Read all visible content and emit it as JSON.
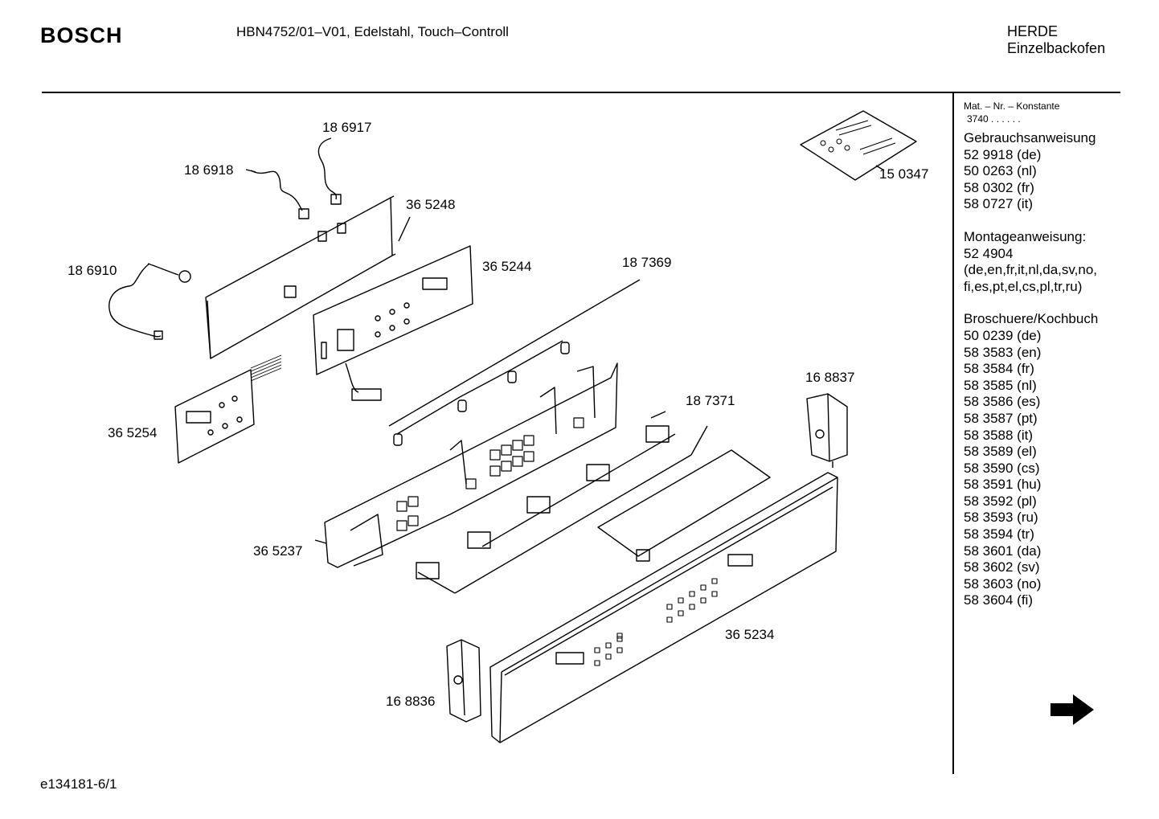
{
  "header": {
    "brand": "BOSCH",
    "model": "HBN4752/01–V01, Edelstahl, Touch–Controll",
    "category_line1": "HERDE",
    "category_line2": "Einzelbackofen"
  },
  "footer": {
    "doc_id": "e134181-6/1"
  },
  "sidebar": {
    "mat_label": "Mat. – Nr. – Konstante",
    "mat_value": "3740  .  .   .  .  .  .",
    "manual_title": "Gebrauchsanweisung",
    "manual_items": [
      "52 9918 (de)",
      "50 0263 (nl)",
      "58 0302 (fr)",
      "58 0727 (it)"
    ],
    "mount_title": "Montageanweisung:",
    "mount_items": [
      "52 4904",
      "(de,en,fr,it,nl,da,sv,no,",
      "fi,es,pt,el,cs,pl,tr,ru)"
    ],
    "brochure_title": "Broschuere/Kochbuch",
    "brochure_items": [
      "50 0239 (de)",
      "58 3583 (en)",
      "58 3584 (fr)",
      "58 3585 (nl)",
      "58 3586 (es)",
      "58 3587 (pt)",
      "58 3588 (it)",
      "58 3589 (el)",
      "58 3590 (cs)",
      "58 3591 (hu)",
      "58 3592 (pl)",
      "58 3593 (ru)",
      "58 3594 (tr)",
      "58 3601 (da)",
      "58 3602 (sv)",
      "58 3603 (no)",
      "58 3604 (fi)"
    ],
    "next_icon": "right-arrow-icon"
  },
  "parts": {
    "p186917": "18 6917",
    "p186918": "18 6918",
    "p365248": "36 5248",
    "p186910": "18 6910",
    "p365244": "36 5244",
    "p187369": "18 7369",
    "p150347": "15 0347",
    "p365254": "36 5254",
    "p168837": "16 8837",
    "p187371": "18 7371",
    "p365237": "36 5237",
    "p365234": "36 5234",
    "p168836": "16 8836"
  }
}
